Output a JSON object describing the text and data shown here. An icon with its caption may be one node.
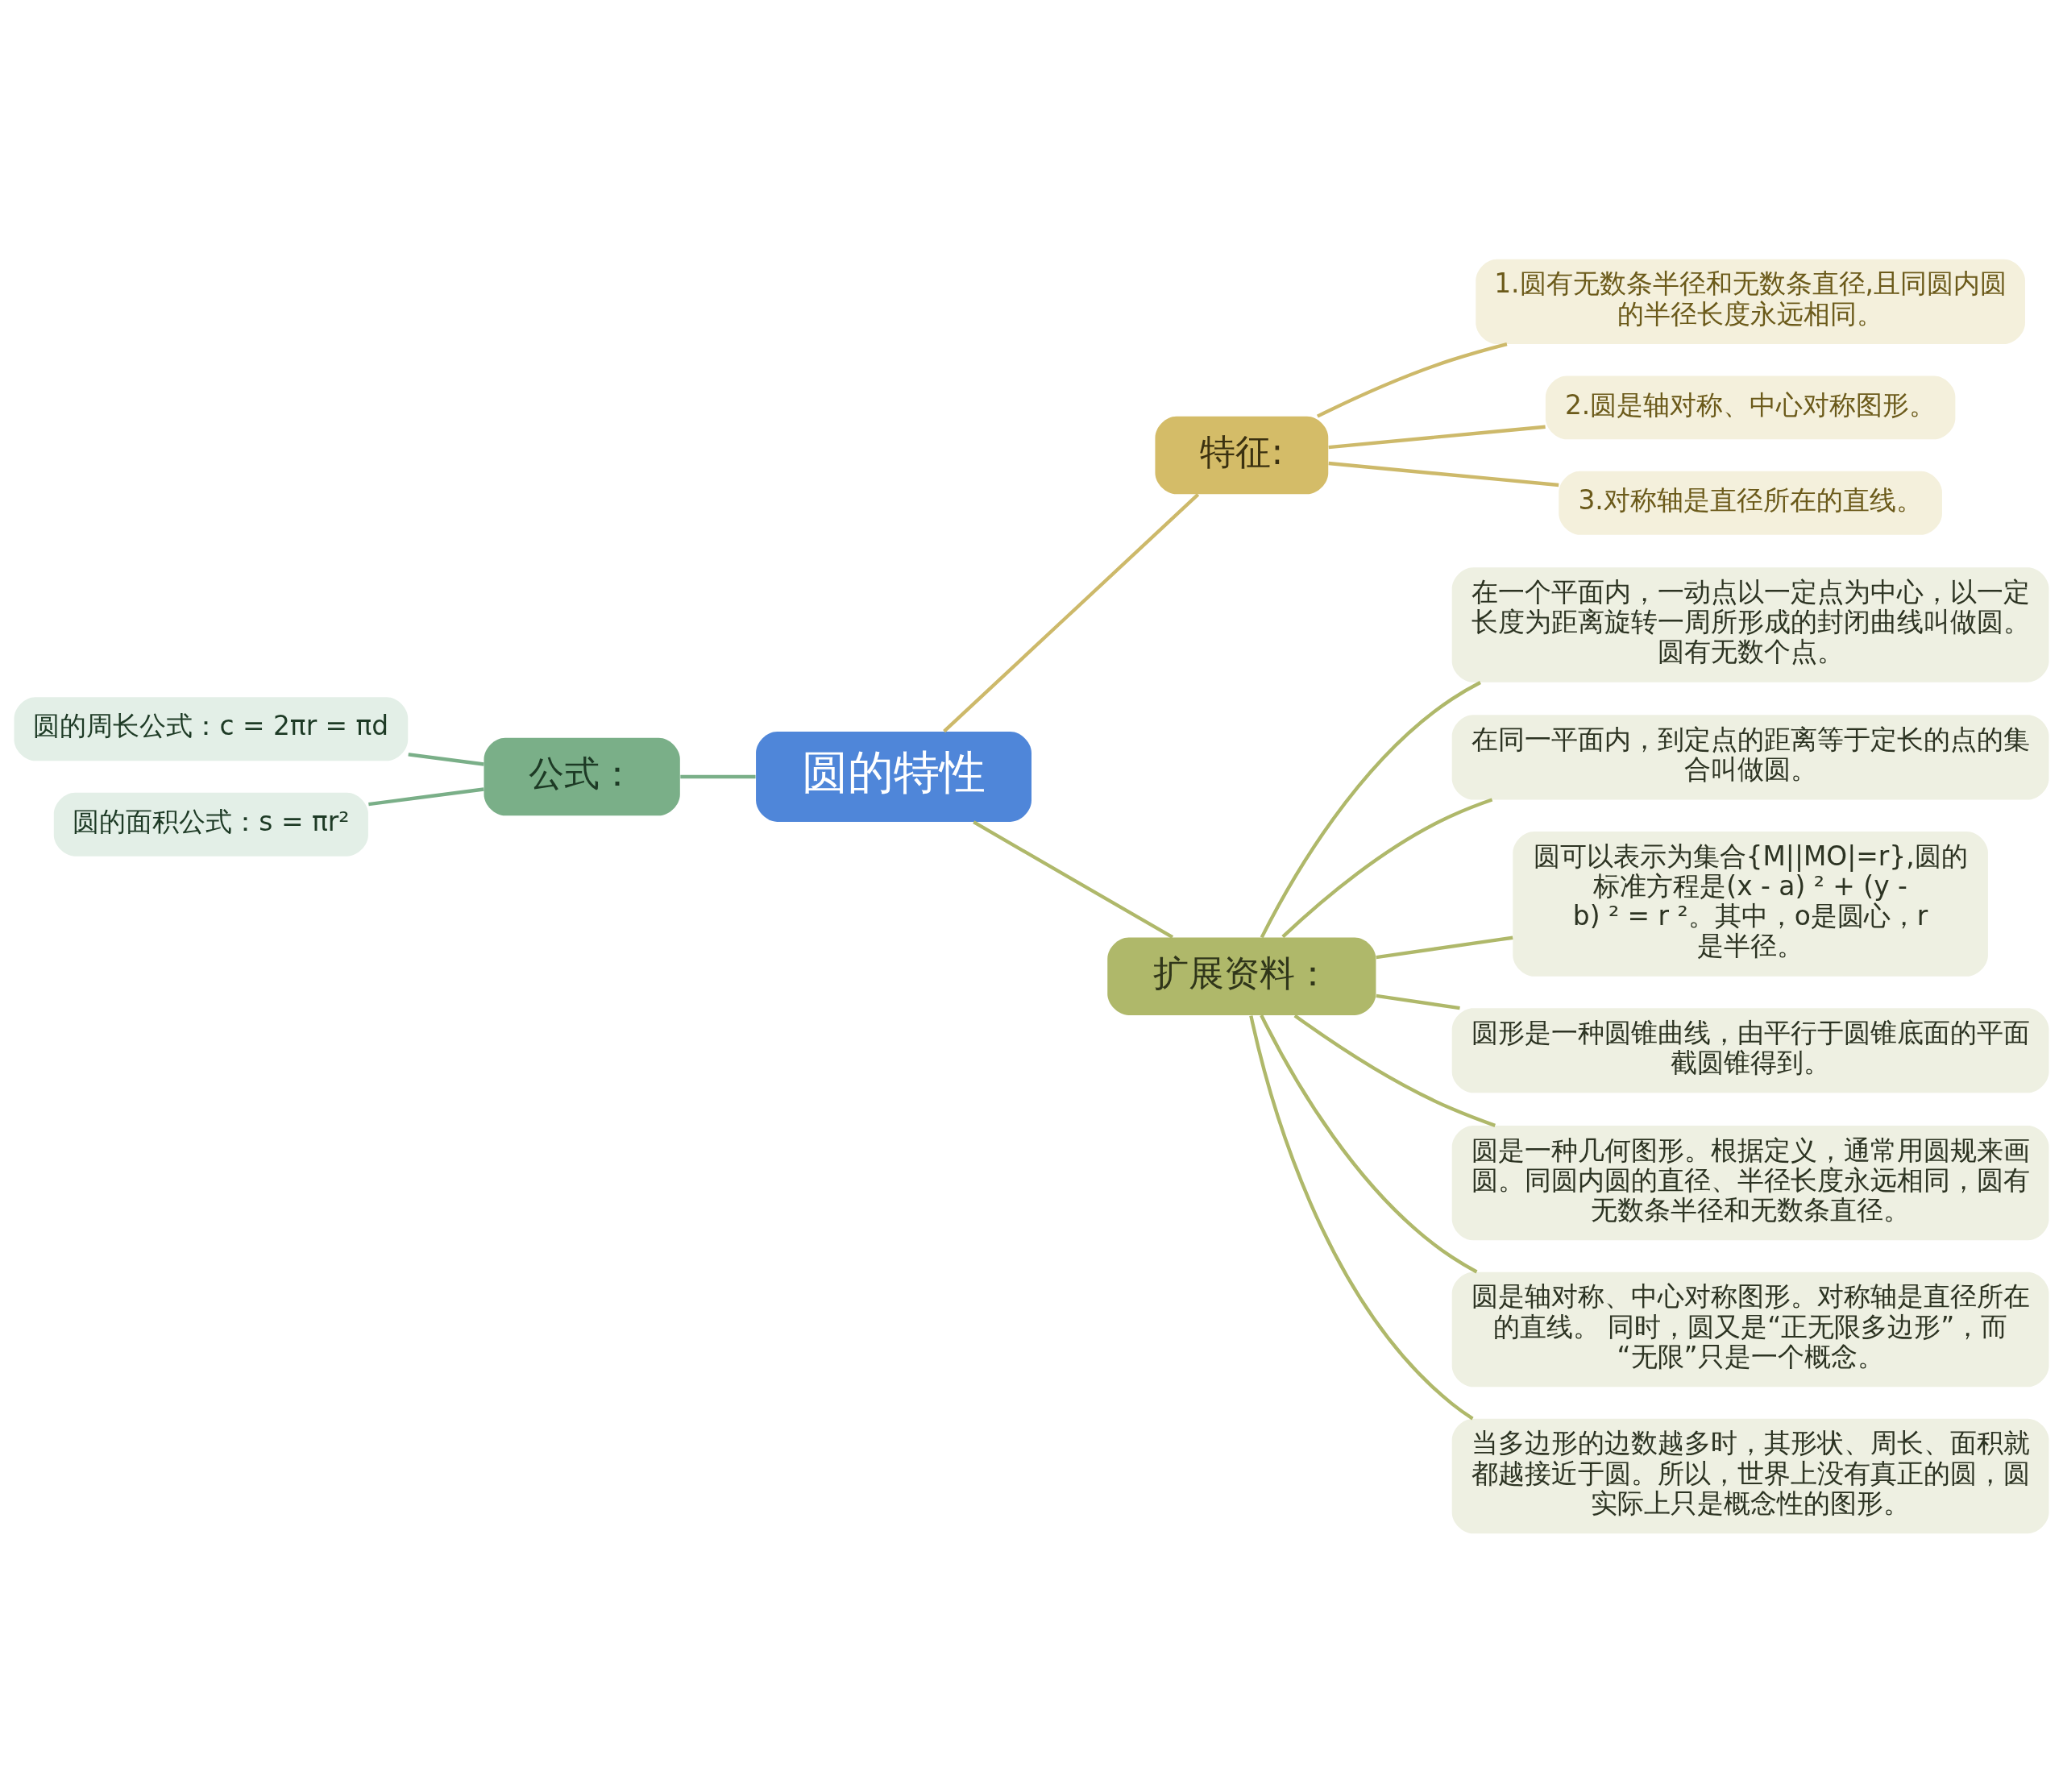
{
  "diagram": {
    "nodes": [
      {
        "text": [
          "圆的特性"
        ]
      },
      {
        "text": [
          "公式："
        ]
      },
      {
        "text": [
          "圆的周长公式：c = 2πr = πd"
        ]
      },
      {
        "text": [
          "圆的面积公式：s = πr²"
        ]
      },
      {
        "text": [
          "特征:"
        ]
      },
      {
        "text": [
          "1.圆有无数条半径和无数条直径,且同圆内圆的半径长度永远相同。"
        ]
      },
      {
        "text": [
          "2.圆是轴对称、中心对称图形。"
        ]
      },
      {
        "text": [
          "3.对称轴是直径所在的直线。"
        ]
      },
      {
        "text": [
          "扩展资料："
        ]
      },
      {
        "text": [
          "在一个平面内，一动点以一定点为中心，以一定长度为距离旋转一周所形成的封闭曲线叫做圆。圆有无数个点。"
        ]
      },
      {
        "text": [
          "在同一平面内，到定点的距离等于定长的点的集合叫做圆。"
        ]
      },
      {
        "text": [
          "圆可以表示为集合{M||MO|=r},圆的标准方程是(x - a) ² + (y - b) ² = r ²。其中，o是圆心，r 是半径。"
        ]
      },
      {
        "text": [
          "圆形是一种圆锥曲线，由平行于圆锥底面的平面截圆锥得到。"
        ]
      },
      {
        "text": [
          "圆是一种几何图形。根据定义，通常用圆规来画圆。同圆内圆的直径、半径长度永远相同，圆有无数条半径和无数条直径。"
        ]
      },
      {
        "text": [
          "圆是轴对称、中心对称图形。对称轴是直径所在的直线。 同时，圆又是“正无限多边形”，而“无限”只是一个概念。"
        ]
      },
      {
        "text": [
          "当多边形的边数越多时，其形状、周长、面积就都越接近于圆。所以，世界上没有真正的圆，圆实际上只是概念性的图形。"
        ]
      }
    ],
    "edges": [
      {
        "from": 0,
        "to": 1,
        "arrow": "none",
        "color": "#7aaf88"
      },
      {
        "from": 1,
        "to": 2,
        "arrow": "none",
        "color": "#7aaf88"
      },
      {
        "from": 1,
        "to": 3,
        "arrow": "none",
        "color": "#7aaf88"
      },
      {
        "from": 0,
        "to": 4,
        "arrow": "none",
        "color": "#cdb96a"
      },
      {
        "from": 4,
        "to": 5,
        "arrow": "none",
        "color": "#cdb96a"
      },
      {
        "from": 4,
        "to": 6,
        "arrow": "none",
        "color": "#cdb96a"
      },
      {
        "from": 4,
        "to": 7,
        "arrow": "none",
        "color": "#cdb96a"
      },
      {
        "from": 0,
        "to": 8,
        "arrow": "none"
      },
      {
        "from": 8,
        "to": 9,
        "arrow": "none"
      },
      {
        "from": 8,
        "to": 10,
        "arrow": "none"
      },
      {
        "from": 8,
        "to": 11,
        "arrow": "none"
      },
      {
        "from": 8,
        "to": 12,
        "arrow": "none"
      },
      {
        "from": 8,
        "to": 13,
        "arrow": "none"
      },
      {
        "from": 8,
        "to": 14,
        "arrow": "none"
      },
      {
        "from": 8,
        "to": 15,
        "arrow": "none"
      }
    ]
  }
}
